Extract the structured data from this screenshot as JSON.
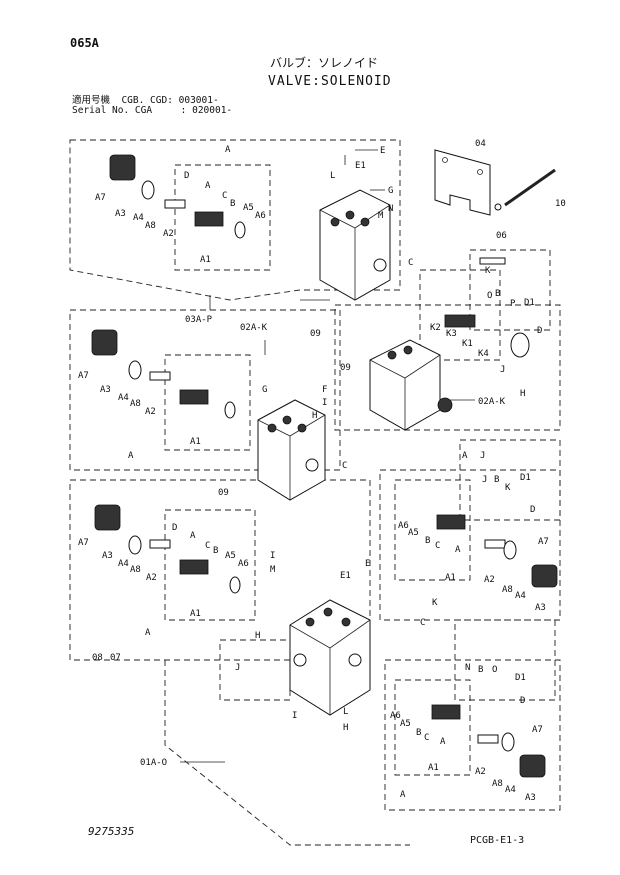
{
  "header": {
    "page_no": "065A",
    "title_jp": "バルブ：ソレノイド",
    "title_en": "VALVE:SOLENOID",
    "serial_lines": [
      "適用号機  CGB. CGD: 003001-",
      "Serial No. CGA     : 020001-"
    ]
  },
  "footer": {
    "drawing_no": "9275335",
    "sheet_code": "PCGB-E1-3"
  },
  "callouts": {
    "A": "A",
    "A1": "A1",
    "A2": "A2",
    "A3": "A3",
    "A4": "A4",
    "A5": "A5",
    "A6": "A6",
    "A7": "A7",
    "A8": "A8",
    "B": "B",
    "C": "C",
    "D": "D",
    "D1": "D1",
    "E": "E",
    "E1": "E1",
    "F": "F",
    "G": "G",
    "H": "H",
    "I": "I",
    "J": "J",
    "K": "K",
    "K1": "K1",
    "K2": "K2",
    "K3": "K3",
    "K4": "K4",
    "L": "L",
    "M": "M",
    "N": "N",
    "O": "O",
    "P": "P",
    "p04": "04",
    "p06": "06",
    "p07": "07",
    "p08": "08",
    "p09": "09",
    "p10": "10",
    "ref_03A": "03A-P",
    "ref_02A": "02A-K",
    "ref_01A": "01A-O"
  }
}
